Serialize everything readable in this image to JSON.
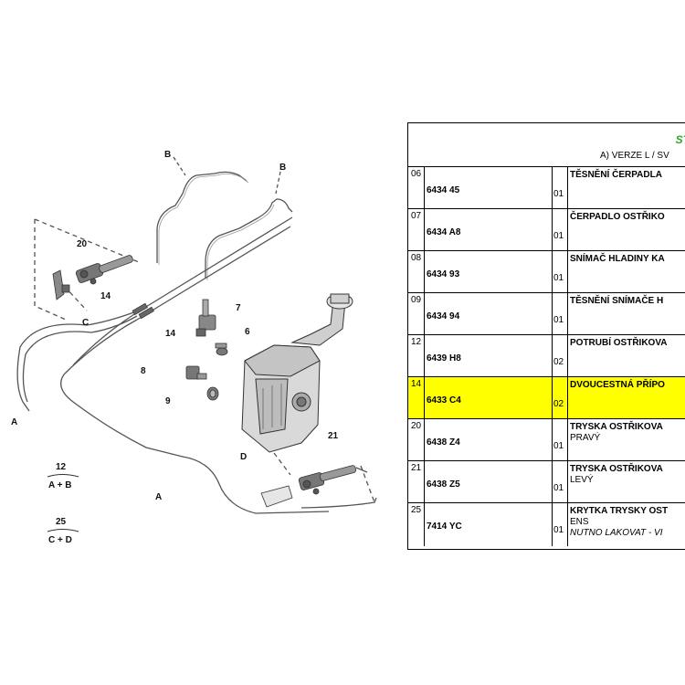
{
  "diagram": {
    "labels": {
      "b1": "B",
      "b2": "B",
      "n20": "20",
      "n14a": "14",
      "n14b": "14",
      "c": "C",
      "n7": "7",
      "n6": "6",
      "n8": "8",
      "n9": "9",
      "a_left": "A",
      "n21": "21",
      "d": "D",
      "a_bottom": "A"
    },
    "legend": [
      {
        "num": "12",
        "letters": "A + B"
      },
      {
        "num": "25",
        "letters": "C + D"
      }
    ]
  },
  "table": {
    "header_title": "ST",
    "header_subtitle": "A) VERZE L / SV",
    "rows": [
      {
        "idx": "06",
        "ref": "6434 45",
        "qty": "01",
        "desc": "TĚSNĚNÍ ČERPADLA",
        "desc2": "",
        "desc3": ""
      },
      {
        "idx": "07",
        "ref": "6434 A8",
        "qty": "01",
        "desc": "ČERPADLO OSTŘIKO",
        "desc2": "",
        "desc3": ""
      },
      {
        "idx": "08",
        "ref": "6434 93",
        "qty": "01",
        "desc": "SNÍMAČ HLADINY KA",
        "desc2": "",
        "desc3": ""
      },
      {
        "idx": "09",
        "ref": "6434 94",
        "qty": "01",
        "desc": "TĚSNĚNÍ SNÍMAČE H",
        "desc2": "",
        "desc3": ""
      },
      {
        "idx": "12",
        "ref": "6439 H8",
        "qty": "02",
        "desc": "POTRUBÍ OSTŘIKOVA",
        "desc2": "",
        "desc3": ""
      },
      {
        "idx": "14",
        "ref": "6433 C4",
        "qty": "02",
        "desc": "DVOUCESTNÁ PŘÍPO",
        "desc2": "",
        "desc3": "",
        "highlight": true
      },
      {
        "idx": "20",
        "ref": "6438 Z4",
        "qty": "01",
        "desc": "TRYSKA OSTŘIKOVA",
        "desc2": "PRAVÝ",
        "desc3": ""
      },
      {
        "idx": "21",
        "ref": "6438 Z5",
        "qty": "01",
        "desc": "TRYSKA OSTŘIKOVA",
        "desc2": "LEVÝ",
        "desc3": ""
      },
      {
        "idx": "25",
        "ref": "7414 YC",
        "qty": "01",
        "desc": "KRYTKA TRYSKY OST",
        "desc2": "ENS",
        "desc3": "NUTNO LAKOVAT - VI"
      }
    ]
  },
  "colors": {
    "highlight": "#ffff00",
    "header_title": "#33a533"
  }
}
